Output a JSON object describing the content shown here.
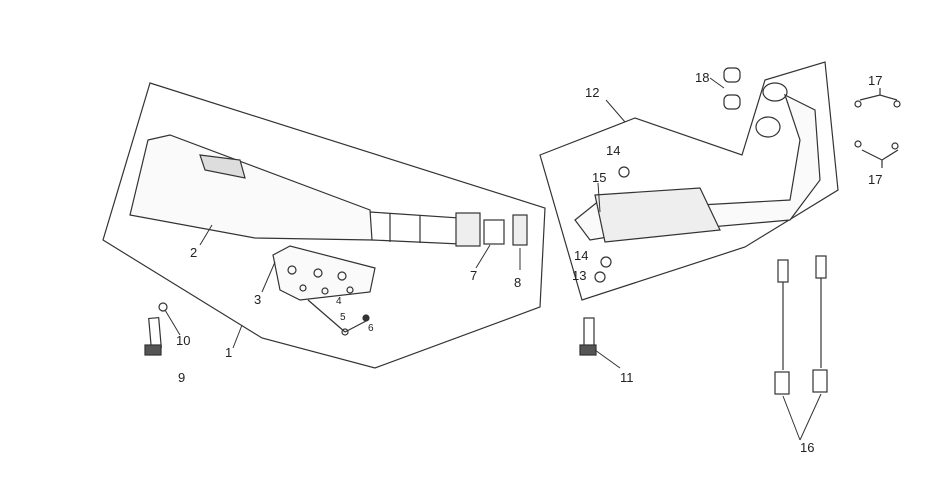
{
  "diagram": {
    "title": "Exhaust system exploded parts diagram",
    "labels": {
      "p1": "1",
      "p2": "2",
      "p3": "3",
      "p4": "4",
      "p5": "5",
      "p6": "6",
      "p7": "7",
      "p8": "8",
      "p9": "9",
      "p10": "10",
      "p11": "11",
      "p12": "12",
      "p13": "13",
      "p14a": "14",
      "p14b": "14",
      "p15": "15",
      "p16": "16",
      "p17a": "17",
      "p17b": "17",
      "p18": "18"
    },
    "line_color": "#333333"
  }
}
